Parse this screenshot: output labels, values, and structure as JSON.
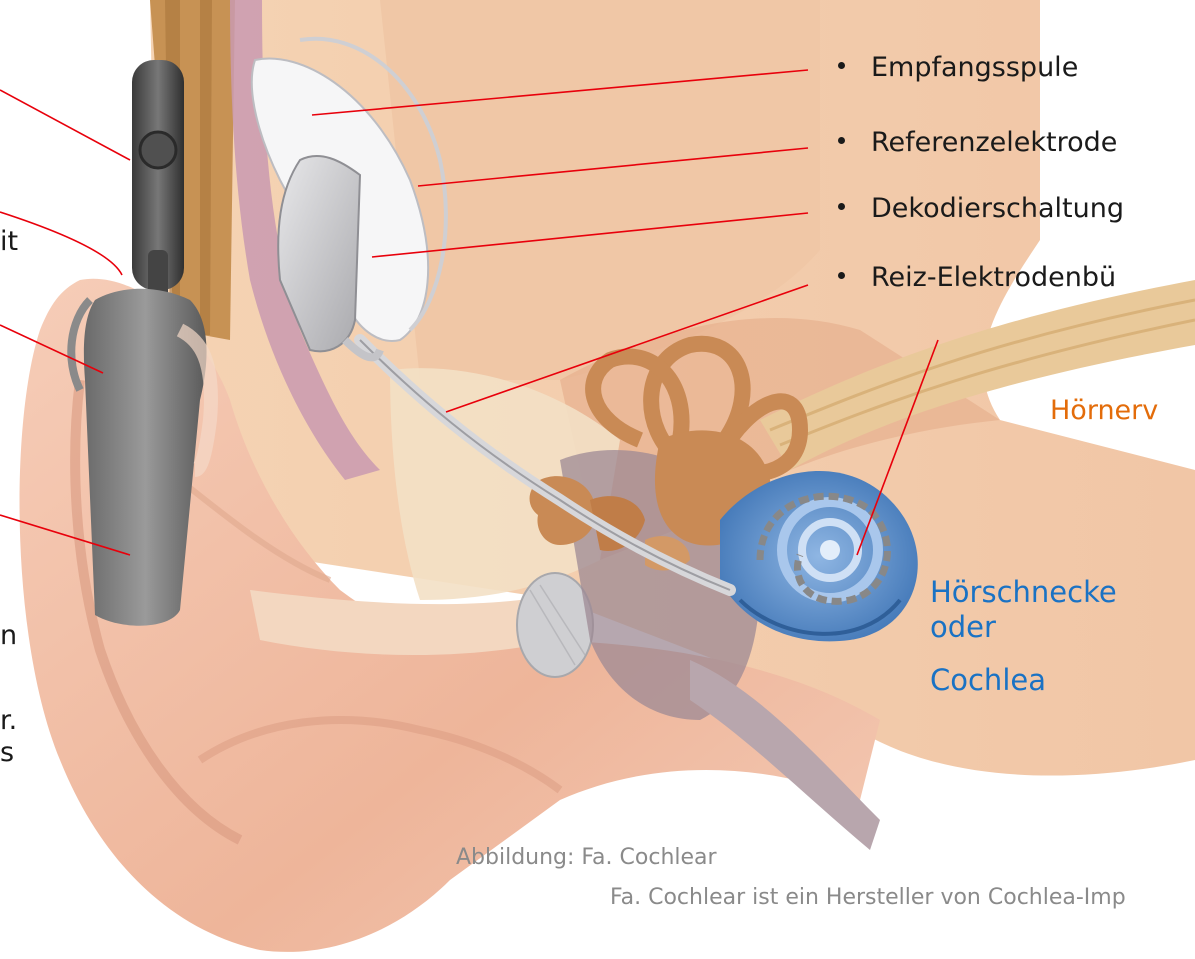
{
  "bullets": [
    "Empfangsspule",
    "Referenzelektrode",
    "Dekodierschaltung",
    "Reiz-Elektrodenbü"
  ],
  "labels": {
    "hoernerv": "Hörnerv",
    "cochlea_line1": "Hörschnecke",
    "cochlea_line2": "oder",
    "cochlea_line3": "Cochlea"
  },
  "left_fragments": {
    "frag1": "it",
    "frag2": "n",
    "frag3": "r.",
    "frag4": "s"
  },
  "captions": {
    "source": "Abbildung: Fa. Cochlear",
    "note": "Fa. Cochlear ist ein Hersteller von Cochlea-Imp"
  },
  "colors": {
    "pointer_line": "#e8000b",
    "skin": "#f3c0a8",
    "cochlea": "#4f86c6",
    "ossicles": "#c98a55",
    "nerve": "#e9c99a",
    "hoernerv_text": "#e36c0a",
    "cochlea_text": "#1a72c4"
  }
}
